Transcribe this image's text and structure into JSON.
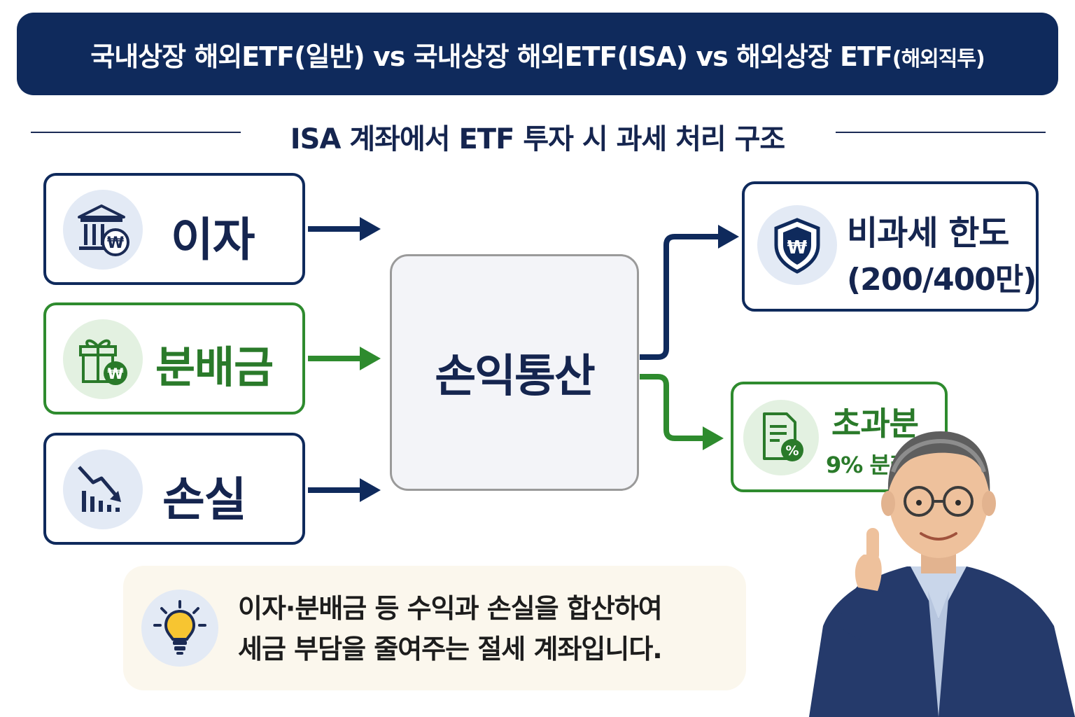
{
  "title": {
    "main": "국내상장 해외ETF(일반) vs 국내상장 해외ETF(ISA) vs 해외상장 ETF",
    "suffix": "(해외직투)"
  },
  "subtitle": "ISA 계좌에서 ETF 투자 시 과세 처리 구조",
  "inputs": [
    {
      "label": "이자",
      "icon": "bank-icon",
      "color": "#0f2a5c"
    },
    {
      "label": "분배금",
      "icon": "gift-icon",
      "color": "#2e8b2e"
    },
    {
      "label": "손실",
      "icon": "chart-down-icon",
      "color": "#0f2a5c"
    }
  ],
  "center": {
    "label": "손익통산"
  },
  "outputs": [
    {
      "line1": "비과세 한도",
      "line2": "(200/400만)",
      "icon": "shield-won-icon",
      "color": "#0f2a5c"
    },
    {
      "line1": "초과분",
      "line2": "9% 분리과세",
      "icon": "document-percent-icon",
      "color": "#2e8b2e"
    }
  ],
  "note": {
    "icon": "lightbulb-icon",
    "line1": "이자·분배금 등 수익과 손실을 합산하여",
    "line2": "세금 부담을 줄여주는 절세 계좌입니다."
  },
  "colors": {
    "navy": "#0f2a5c",
    "green": "#2e8b2e",
    "note_bg": "#fbf7ed"
  }
}
